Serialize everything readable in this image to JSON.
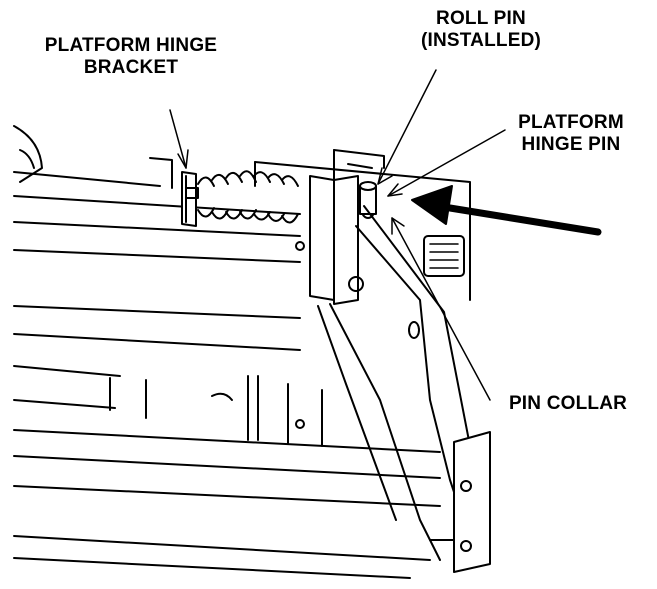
{
  "labels": {
    "platform_hinge_bracket": [
      "PLATFORM HINGE",
      "BRACKET"
    ],
    "roll_pin": [
      "ROLL PIN",
      "(INSTALLED)"
    ],
    "platform_hinge_pin": [
      "PLATFORM",
      "HINGE PIN"
    ],
    "pin_collar": [
      "PIN COLLAR"
    ]
  },
  "colors": {
    "line": "#000000",
    "fill": "#ffffff",
    "shade": "#dcdcdc"
  }
}
